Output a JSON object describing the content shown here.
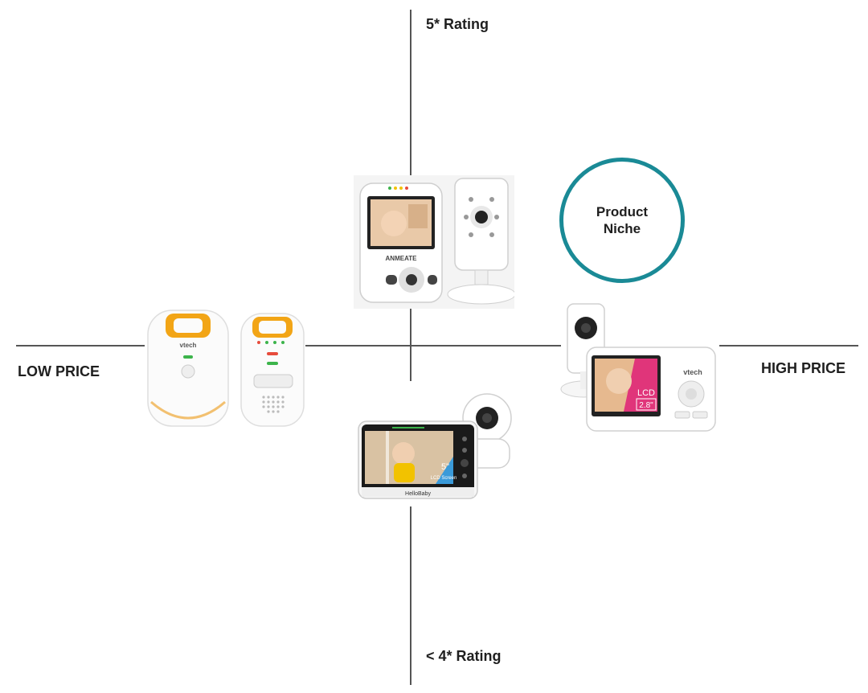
{
  "axes": {
    "top": "5* Rating",
    "bottom": "< 4* Rating",
    "left": "LOW PRICE",
    "right": "HIGH PRICE"
  },
  "niche": {
    "label": "Product Niche"
  },
  "products": {
    "top": {
      "brand": "ANMEATE"
    },
    "left": {
      "brand": "vtech"
    },
    "right": {
      "brand": "vtech",
      "screen_text_1": "LCD",
      "screen_text_2": "2.8\""
    },
    "bottom": {
      "brand": "HelloBaby",
      "screen_text_1": "5\"",
      "screen_text_2": "LCD Screen"
    }
  },
  "colors": {
    "accent": "#1a8a96",
    "axis": "#555555",
    "vtech_orange": "#f2a516"
  }
}
